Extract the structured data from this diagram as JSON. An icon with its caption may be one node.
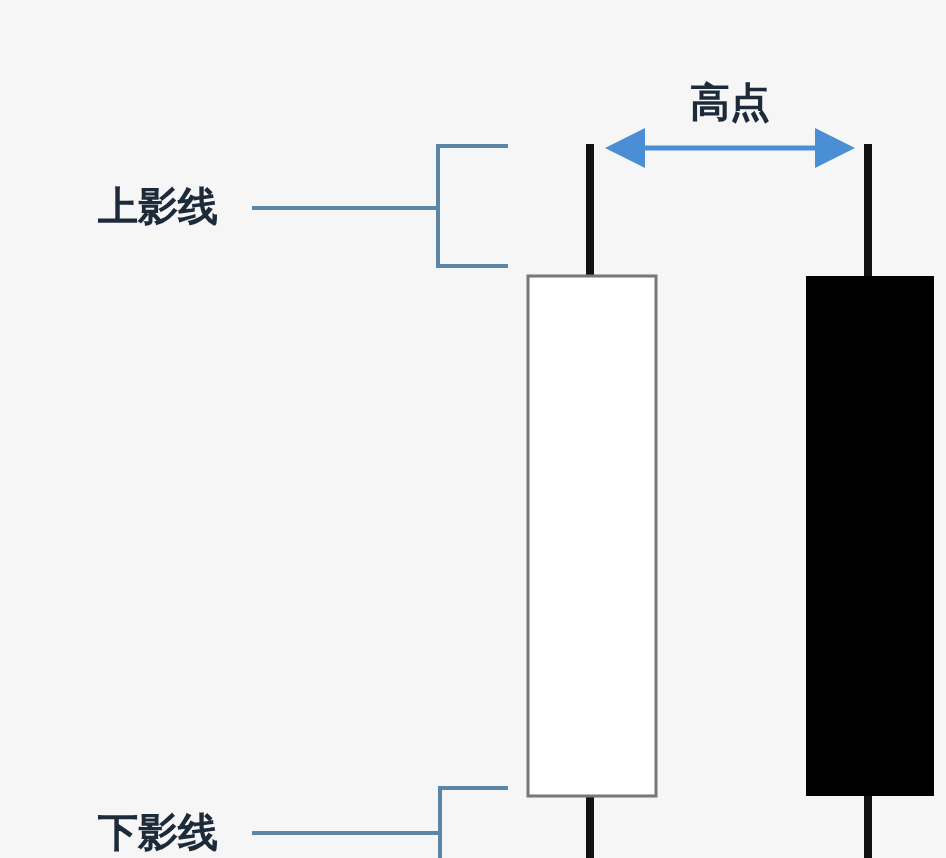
{
  "diagram": {
    "nodes": [
      {
        "text": [
          "上影线"
        ]
      },
      {
        "text": [],
        "shape": "bracket"
      },
      {
        "text": [
          "下影线"
        ]
      },
      {
        "text": [],
        "shape": "bracket"
      }
    ],
    "edges": [
      {
        "from": 0,
        "to": 1,
        "arrow": "none"
      },
      {
        "from": 2,
        "to": 3,
        "arrow": "none"
      }
    ],
    "labels": [
      "高点"
    ]
  }
}
